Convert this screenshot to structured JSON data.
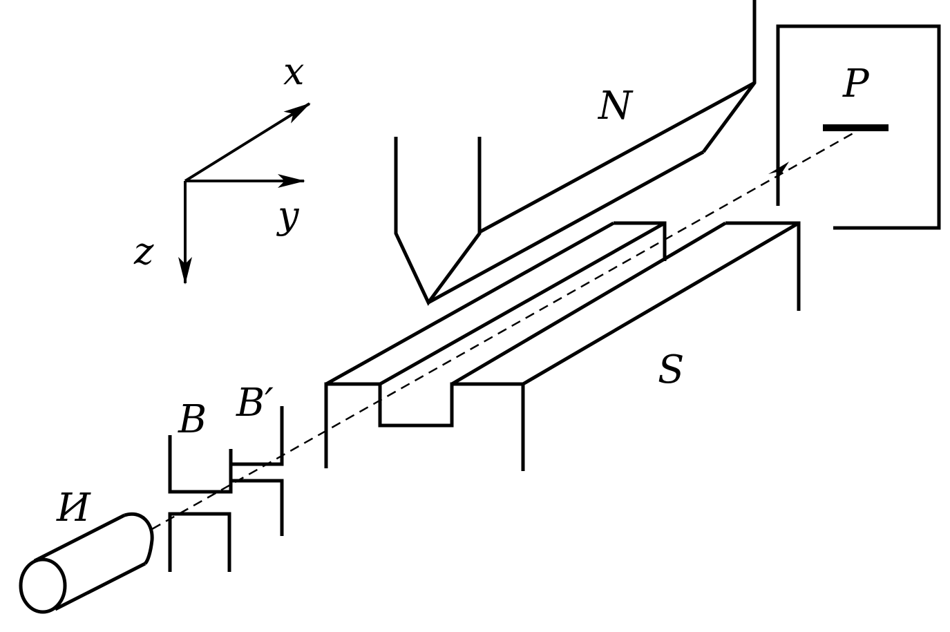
{
  "axes": {
    "x_label": "x",
    "y_label": "y",
    "z_label": "z"
  },
  "labels": {
    "north_pole": "N",
    "south_pole": "S",
    "detector": "P",
    "slit_1": "B",
    "slit_2": "B′",
    "source": "И"
  },
  "colors": {
    "stroke": "#000000",
    "background": "#ffffff"
  }
}
